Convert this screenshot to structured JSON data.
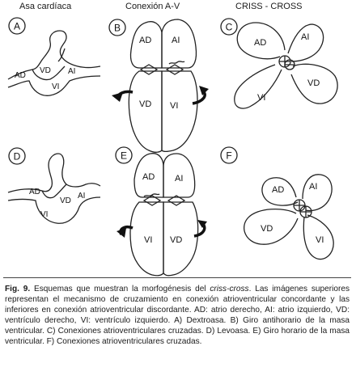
{
  "headers": {
    "asa": "Asa cardíaca",
    "conexion": "Conexión A-V",
    "criss": "CRISS - CROSS"
  },
  "panels": {
    "A": {
      "letter": "A",
      "labels": {
        "ad": "AD",
        "vd": "VD",
        "ai": "AI",
        "vi": "VI"
      }
    },
    "B": {
      "letter": "B",
      "labels": {
        "ad": "AD",
        "ai": "AI",
        "vd": "VD",
        "vi": "VI"
      }
    },
    "C": {
      "letter": "C",
      "labels": {
        "ad": "AD",
        "ai": "AI",
        "vd": "VD",
        "vi": "VI"
      }
    },
    "D": {
      "letter": "D",
      "labels": {
        "ad": "AD",
        "vd": "VD",
        "ai": "AI",
        "vi": "VI"
      }
    },
    "E": {
      "letter": "E",
      "labels": {
        "ad": "AD",
        "ai": "AI",
        "vi": "VI",
        "vd": "VD"
      }
    },
    "F": {
      "letter": "F",
      "labels": {
        "ad": "AD",
        "ai": "AI",
        "vd": "VD",
        "vi": "VI"
      }
    }
  },
  "caption": {
    "label": "Fig. 9.",
    "part1": " Esquemas que muestran la morfogénesis del ",
    "italic": "criss-cross",
    "part2": ". Las imágenes superiores representan el mecanismo de cruzamiento en conexión atrioventricular concordante y las inferiores en conexión atrioventricular discordante. AD: atrio derecho, AI: atrio izquierdo, VD: ventrículo derecho, VI: ventrículo izquierdo. A) Dextroasa. B) Giro antihorario de la masa ventricular. C) Conexiones atrioventriculares cruzadas. D) Levoasa. E) Giro horario de la masa ventricular. F) Conexiones atrioventriculares cruzadas."
  }
}
